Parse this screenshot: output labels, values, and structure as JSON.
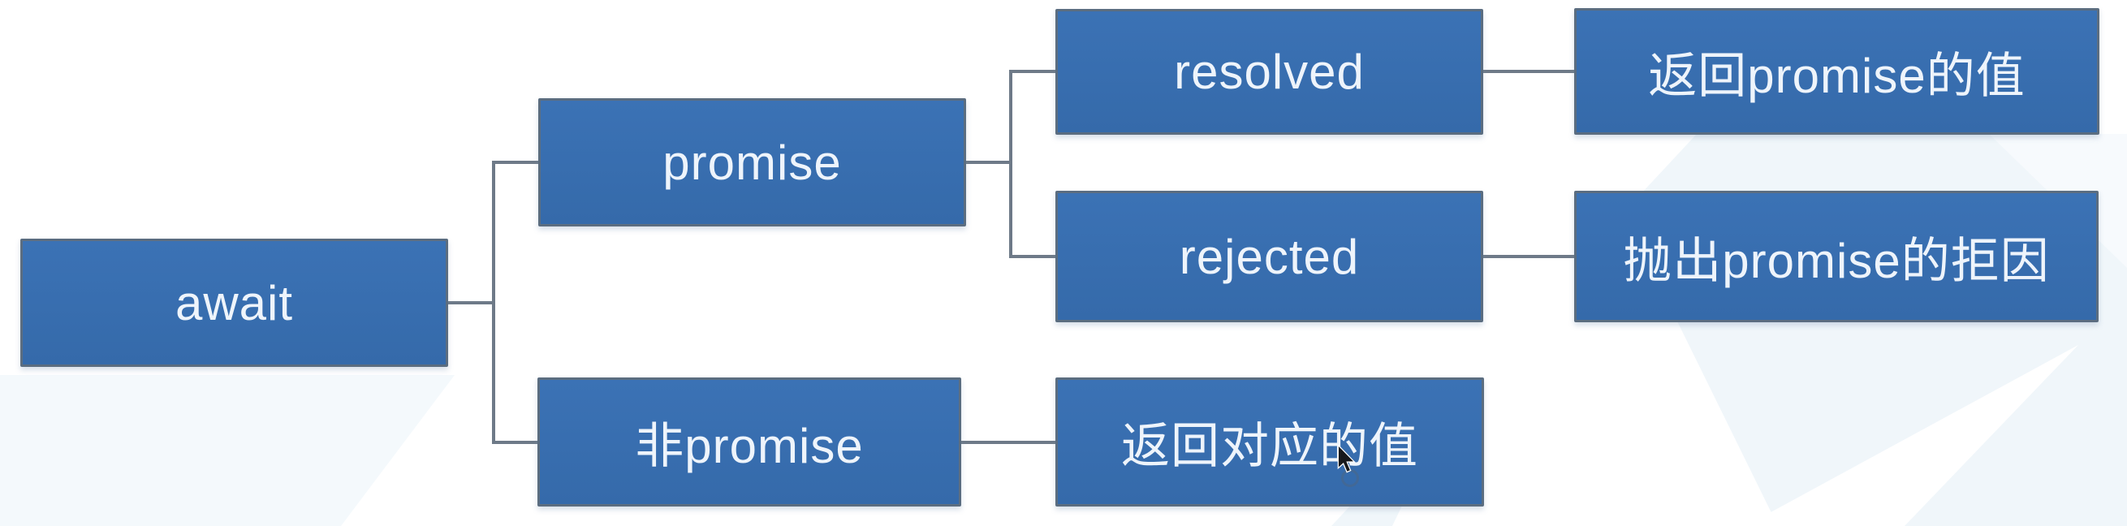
{
  "diagram": {
    "type": "flowchart-tree",
    "direction": "left-to-right",
    "root": "await",
    "nodes": {
      "await": {
        "label": "await"
      },
      "promise": {
        "label": "promise"
      },
      "non_promise": {
        "label": "非promise"
      },
      "resolved": {
        "label": "resolved"
      },
      "rejected": {
        "label": "rejected"
      },
      "return_promise_value": {
        "label": "返回promise的值"
      },
      "throw_promise_reason": {
        "label": "抛出promise的拒因"
      },
      "return_matching_value": {
        "label": "返回对应的值"
      }
    },
    "edges": [
      {
        "from": "await",
        "to": "promise"
      },
      {
        "from": "await",
        "to": "non_promise"
      },
      {
        "from": "promise",
        "to": "resolved"
      },
      {
        "from": "promise",
        "to": "rejected"
      },
      {
        "from": "resolved",
        "to": "return_promise_value"
      },
      {
        "from": "rejected",
        "to": "throw_promise_reason"
      },
      {
        "from": "non_promise",
        "to": "return_matching_value"
      }
    ],
    "colors": {
      "node_fill": "#3b72b5",
      "node_fill_dark": "#356aaa",
      "node_border": "#5b6d80",
      "node_text": "#eef4fb",
      "connector": "#6e7a88",
      "background": "#ffffff",
      "watermark": "#ecf4f9"
    }
  },
  "cursor": {
    "shape": "arrow",
    "over_node": "return_matching_value"
  }
}
